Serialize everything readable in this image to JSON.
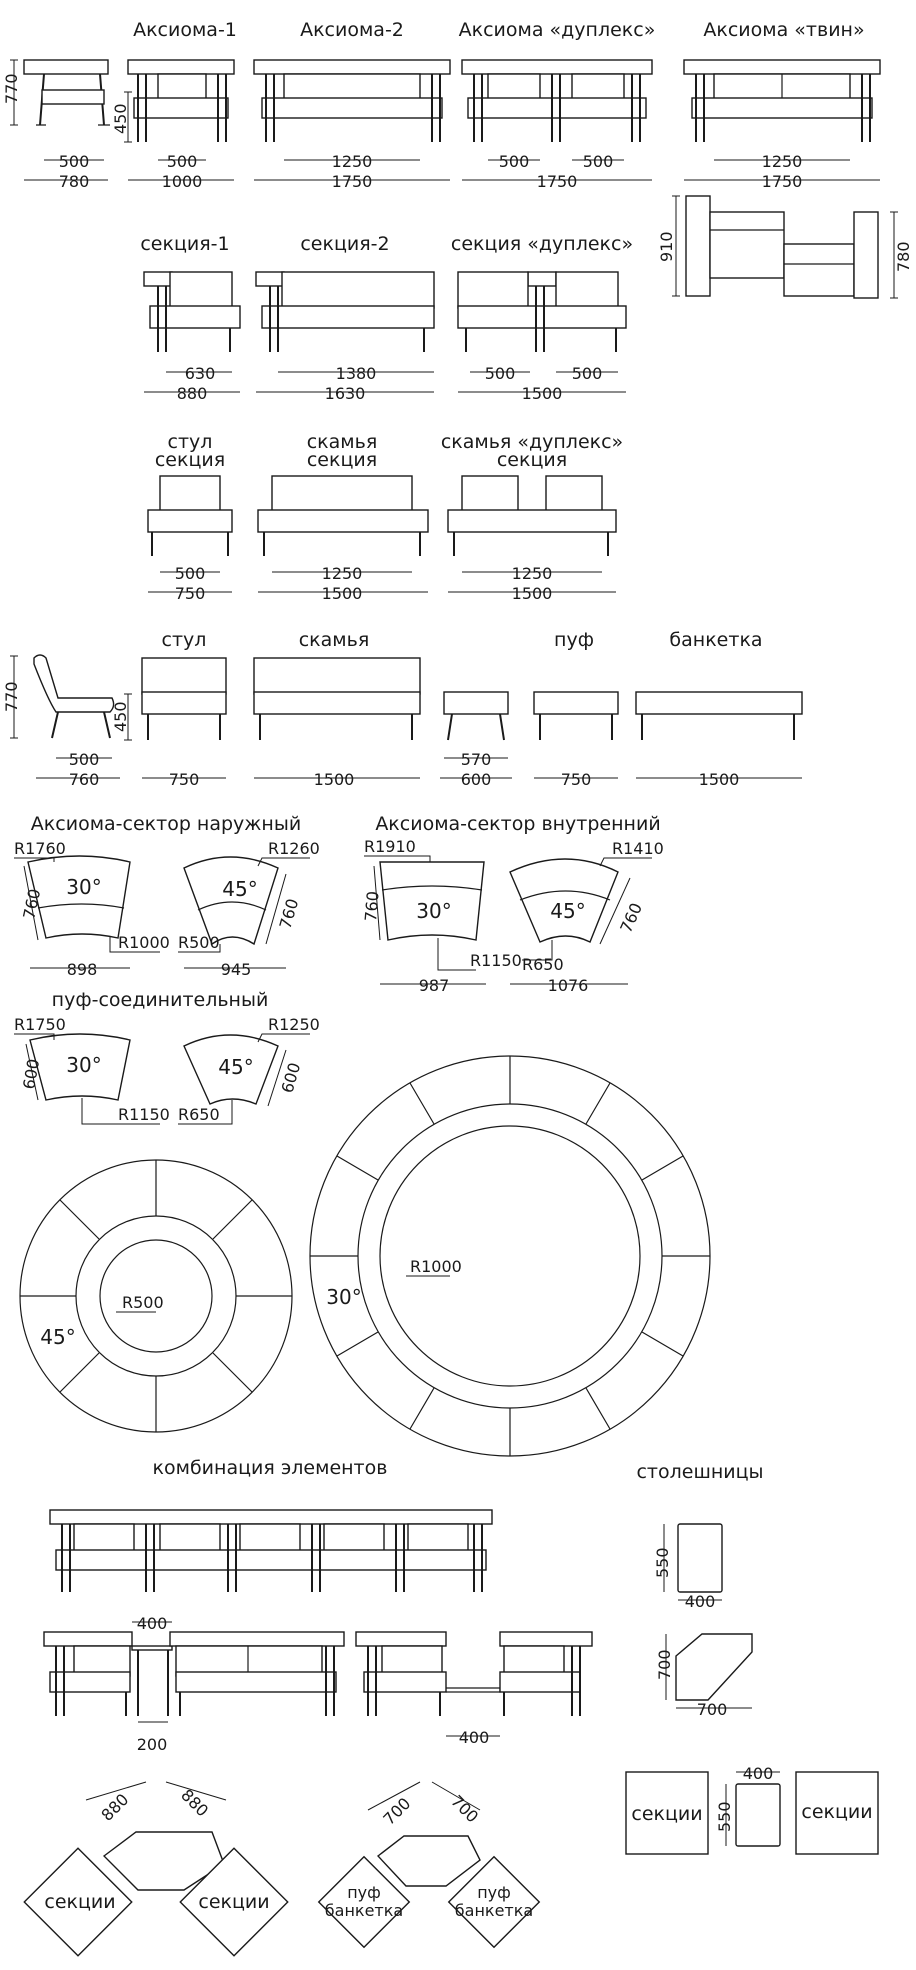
{
  "rows": {
    "r1": {
      "titles": [
        "Аксиома-1",
        "Аксиома-2",
        "Аксиома «дуплекс»",
        "Аксиома «твин»"
      ],
      "dims": [
        "770",
        "450",
        "500",
        "780",
        "500",
        "1000",
        "1250",
        "1750",
        "500",
        "500",
        "1750",
        "1250",
        "1750",
        "910",
        "780"
      ]
    },
    "r2": {
      "titles": [
        "секция-1",
        "секция-2",
        "секция «дуплекс»"
      ],
      "dims": [
        "630",
        "880",
        "1380",
        "1630",
        "500",
        "500",
        "1500"
      ]
    },
    "r3": {
      "titles": [
        "стул",
        "секция",
        "скамья",
        "секция",
        "скамья «дуплекс»",
        "секция"
      ],
      "dims": [
        "500",
        "750",
        "1250",
        "1500",
        "1250",
        "1500"
      ]
    },
    "r4": {
      "titles": [
        "стул",
        "скамья",
        "пуф",
        "банкетка"
      ],
      "dims": [
        "770",
        "450",
        "500",
        "760",
        "750",
        "1500",
        "570",
        "600",
        "750",
        "1500"
      ]
    }
  },
  "sectors": {
    "outer": {
      "title": "Аксиома-сектор наружный",
      "s30": {
        "angle": "30°",
        "r_out": "R1760",
        "r_in": "R1000",
        "side": "760",
        "width": "898"
      },
      "s45": {
        "angle": "45°",
        "r_out": "R1260",
        "r_in": "R500",
        "side": "760",
        "width": "945"
      }
    },
    "inner": {
      "title": "Аксиома-сектор внутренний",
      "s30": {
        "angle": "30°",
        "r_out": "R1910",
        "r_in": "R1150",
        "side": "760",
        "width": "987"
      },
      "s45": {
        "angle": "45°",
        "r_out": "R1410",
        "r_in": "R650",
        "side": "760",
        "width": "1076"
      }
    },
    "puf": {
      "title": "пуф-соединительный",
      "s30": {
        "angle": "30°",
        "r_out": "R1750",
        "r_in": "R1150",
        "side": "600"
      },
      "s45": {
        "angle": "45°",
        "r_out": "R1250",
        "r_in": "R650",
        "side": "600"
      }
    }
  },
  "circles": {
    "small": {
      "radius": "R500",
      "angle": "45°"
    },
    "large": {
      "radius": "R1000",
      "angle": "30°"
    }
  },
  "combination": {
    "title": "комбинация элементов",
    "dims": [
      "400",
      "200",
      "400",
      "880",
      "880",
      "700",
      "700"
    ],
    "labels": [
      "секции",
      "секции",
      "пуф",
      "банкетка",
      "пуф",
      "банкетка"
    ]
  },
  "tables": {
    "title": "столешницы",
    "dims": [
      "550",
      "400",
      "700",
      "700",
      "400",
      "550"
    ],
    "labels": [
      "секции",
      "секции"
    ]
  }
}
